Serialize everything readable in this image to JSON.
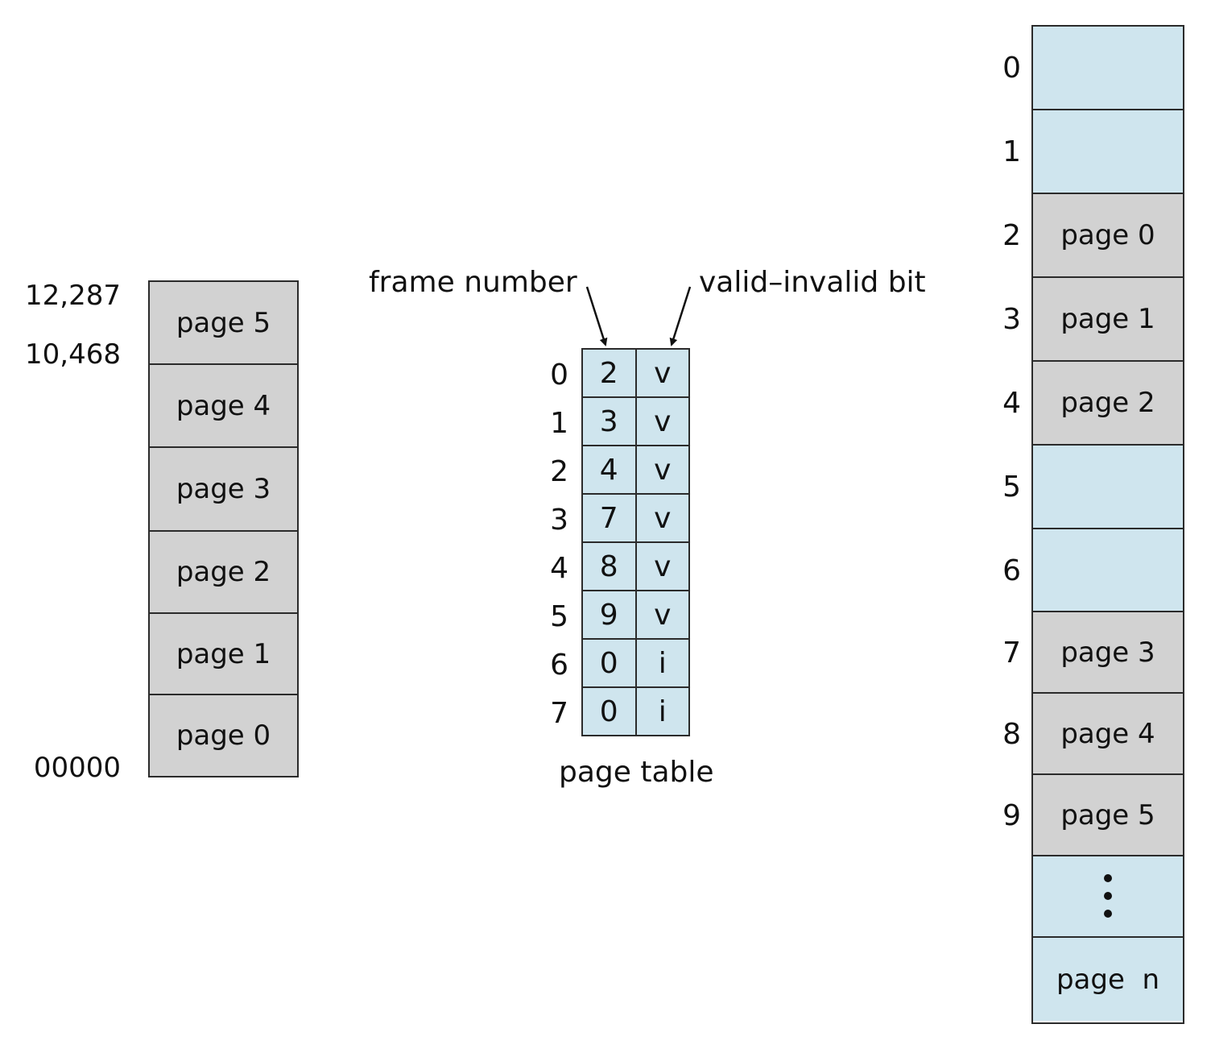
{
  "logical_memory": {
    "pages": [
      "page 5",
      "page 4",
      "page 3",
      "page 2",
      "page 1",
      "page 0"
    ],
    "address_labels": {
      "top": "12,287",
      "upper": "10,468",
      "bottom": "00000"
    }
  },
  "page_table": {
    "caption": "page table",
    "frame_number_label": "frame number",
    "valid_invalid_label": "valid–invalid bit",
    "rows": [
      {
        "index": "0",
        "frame": "2",
        "bit": "v"
      },
      {
        "index": "1",
        "frame": "3",
        "bit": "v"
      },
      {
        "index": "2",
        "frame": "4",
        "bit": "v"
      },
      {
        "index": "3",
        "frame": "7",
        "bit": "v"
      },
      {
        "index": "4",
        "frame": "8",
        "bit": "v"
      },
      {
        "index": "5",
        "frame": "9",
        "bit": "v"
      },
      {
        "index": "6",
        "frame": "0",
        "bit": "i"
      },
      {
        "index": "7",
        "frame": "0",
        "bit": "i"
      }
    ]
  },
  "physical_memory": {
    "frames": [
      {
        "index": "0",
        "label": "",
        "used": false
      },
      {
        "index": "1",
        "label": "",
        "used": false
      },
      {
        "index": "2",
        "label": "page 0",
        "used": true
      },
      {
        "index": "3",
        "label": "page 1",
        "used": true
      },
      {
        "index": "4",
        "label": "page 2",
        "used": true
      },
      {
        "index": "5",
        "label": "",
        "used": false
      },
      {
        "index": "6",
        "label": "",
        "used": false
      },
      {
        "index": "7",
        "label": "page 3",
        "used": true
      },
      {
        "index": "8",
        "label": "page 4",
        "used": true
      },
      {
        "index": "9",
        "label": "page 5",
        "used": true
      },
      {
        "index": "",
        "label": "",
        "used": false,
        "ellipsis": true
      },
      {
        "index": "",
        "label": "page  n",
        "used": false
      }
    ]
  },
  "colors": {
    "used": "#d2d2d2",
    "free": "#cfe5ee",
    "border": "#2b2b2b"
  }
}
